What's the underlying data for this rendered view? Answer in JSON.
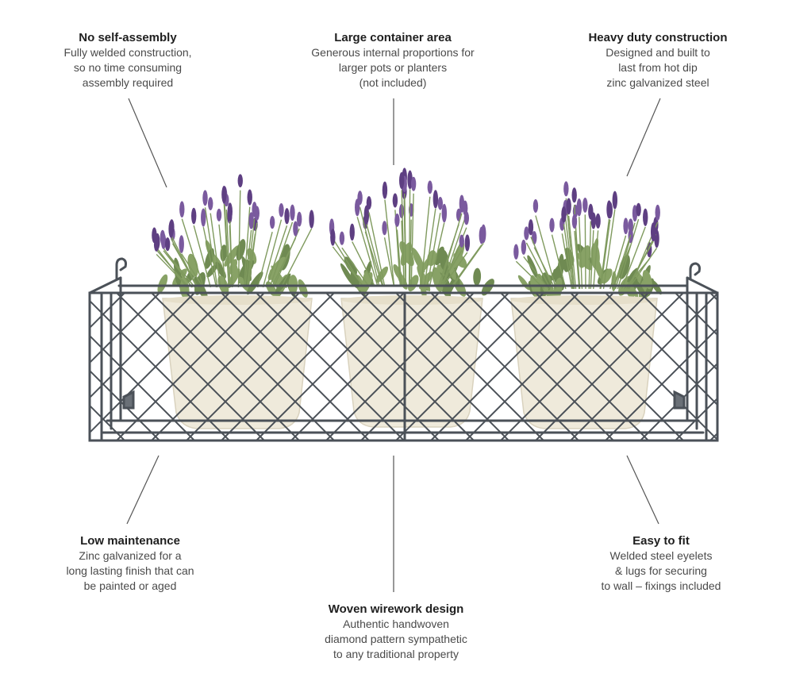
{
  "callouts": [
    {
      "title": "No self-assembly",
      "lines": [
        "Fully welded construction,",
        "so no time consuming",
        "assembly required"
      ]
    },
    {
      "title": "Large container area",
      "lines": [
        "Generous internal proportions for",
        "larger pots or planters",
        "(not included)"
      ]
    },
    {
      "title": "Heavy duty construction",
      "lines": [
        "Designed and built to",
        "last from hot dip",
        "zinc galvanized steel"
      ]
    },
    {
      "title": "Low maintenance",
      "lines": [
        "Zinc galvanized for a",
        "long lasting finish that can",
        "be painted or aged"
      ]
    },
    {
      "title": "Woven wirework design",
      "lines": [
        "Authentic handwoven",
        "diamond pattern sympathetic",
        "to any traditional property"
      ]
    },
    {
      "title": "Easy to fit",
      "lines": [
        "Welded steel eyelets",
        "& lugs for securing",
        "to wall – fixings included"
      ]
    }
  ],
  "colors": {
    "wire": "#4b5158",
    "pot": "#efeadb",
    "leaf": "#6f8a52",
    "lavender": "#7a5a9e",
    "leader": "#555555"
  }
}
